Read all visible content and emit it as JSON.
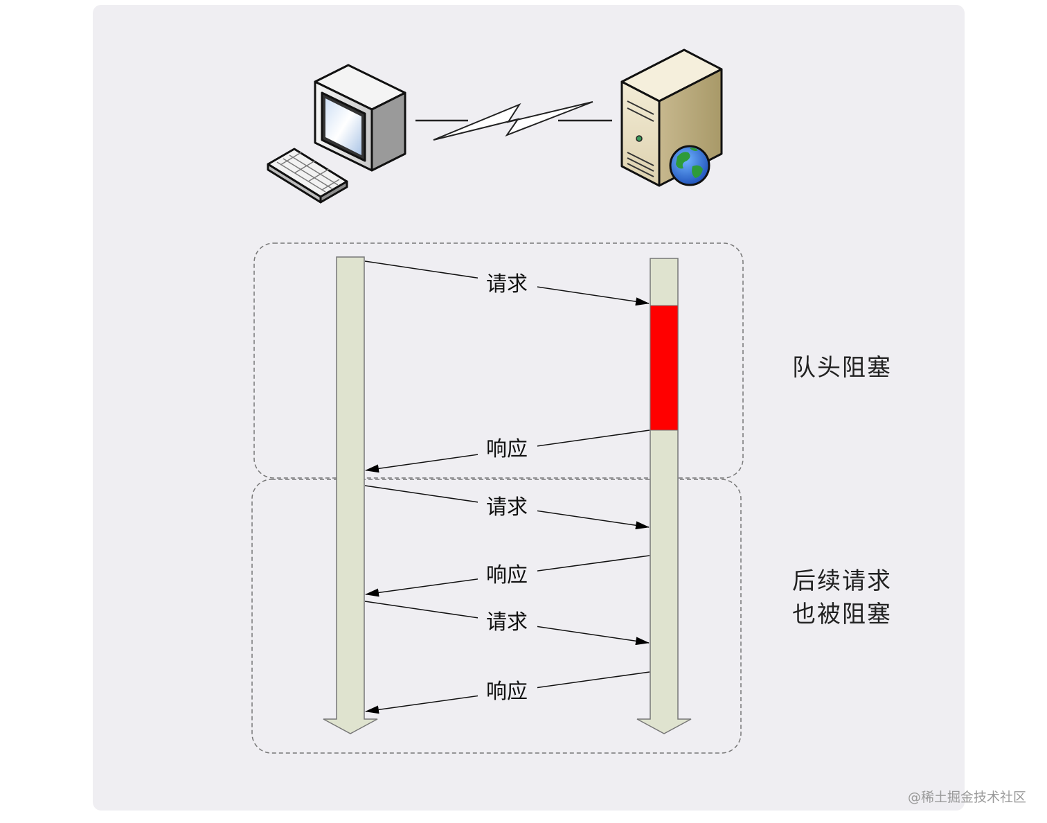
{
  "messages": {
    "m1": "请求",
    "m2": "响应",
    "m3": "请求",
    "m4": "响应",
    "m5": "请求",
    "m6": "响应"
  },
  "labels": {
    "group1": "队头阻塞",
    "group2_line1": "后续请求",
    "group2_line2": "也被阻塞"
  },
  "watermark": "@稀土掘金技术社区",
  "icons": [
    "computer-icon",
    "lightning-link-icon",
    "web-server-icon",
    "globe-icon"
  ],
  "colors": {
    "lifeline": "#dfe3cf",
    "blocked": "#ff0000",
    "panel": "#efeef2"
  }
}
